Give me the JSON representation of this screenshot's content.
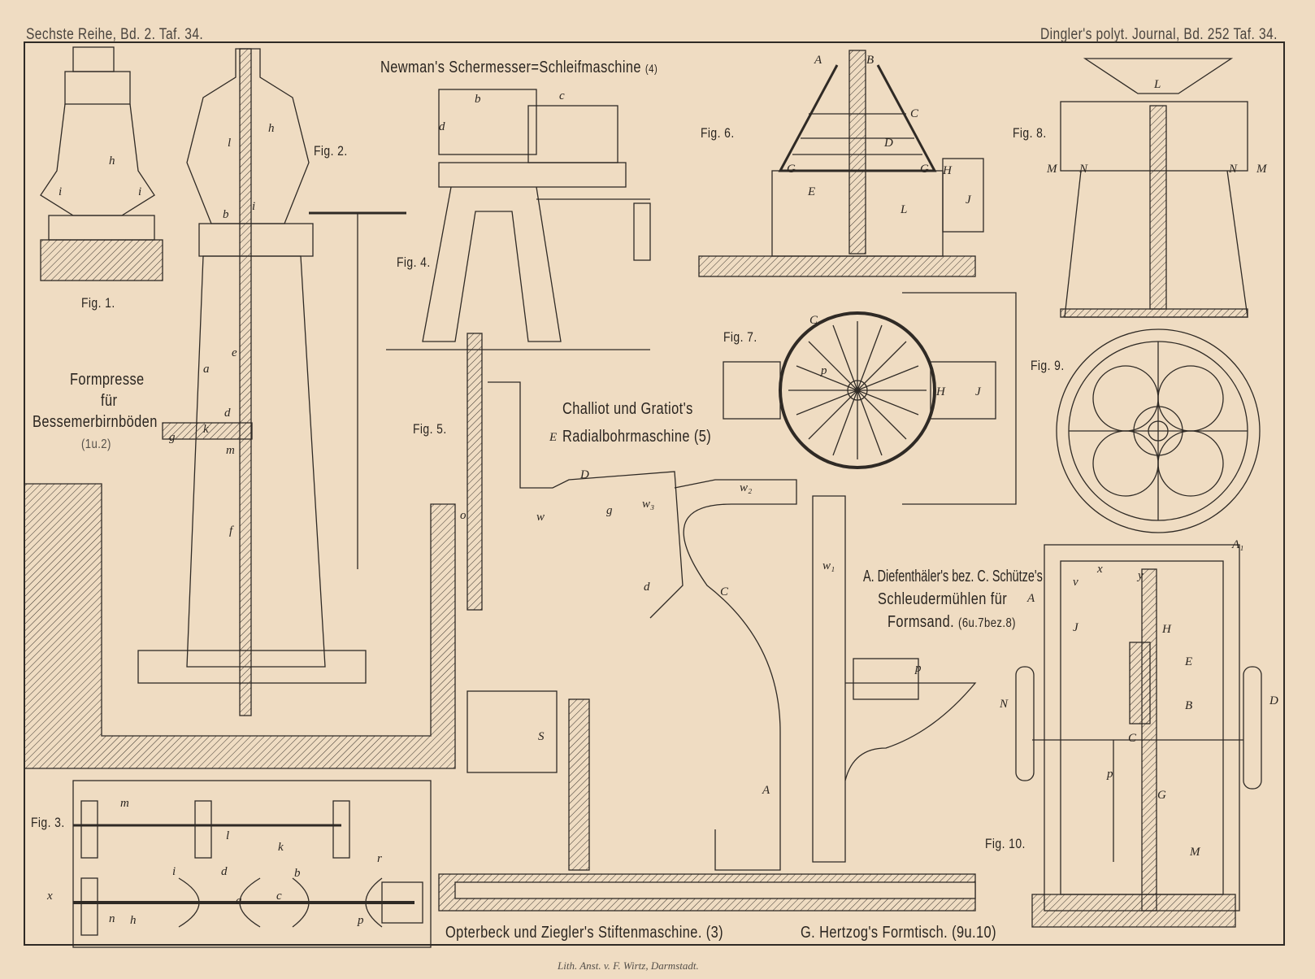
{
  "header": {
    "left": "Sechste Reihe, Bd. 2. Taf. 34.",
    "right": "Dingler's polyt. Journal, Bd. 252 Taf. 34."
  },
  "titles": {
    "newman": "Newman's Schermesser=Schleifmaschine",
    "newman_ref": "(4)",
    "formpresse_1": "Formpresse",
    "formpresse_2": "für",
    "formpresse_3": "Bessemerbirnböden",
    "formpresse_ref": "(1u.2)",
    "challiot_1": "Challiot und Gratiot's",
    "challiot_2": "Radialbohrmaschine",
    "challiot_ref": "(5)",
    "diefen_1": "A. Diefenthäler's bez. C. Schütze's",
    "diefen_2": "Schleudermühlen für",
    "diefen_3": "Formsand.",
    "diefen_ref": "(6u.7bez.8)",
    "opterbeck": "Opterbeck und Ziegler's Stiftenmaschine.",
    "opterbeck_ref": "(3)",
    "hertzog": "G. Hertzog's Formtisch.",
    "hertzog_ref": "(9u.10)"
  },
  "figures": [
    "Fig. 1.",
    "Fig. 2.",
    "Fig. 3.",
    "Fig. 4.",
    "Fig. 5.",
    "Fig. 6.",
    "Fig. 7.",
    "Fig. 8.",
    "Fig. 9.",
    "Fig. 10."
  ],
  "letters": {
    "f1_h": "h",
    "f1_i1": "i",
    "f1_i2": "i",
    "f2_h": "h",
    "f2_l": "l",
    "f2_i": "i",
    "f2_b": "b",
    "f2_a": "a",
    "f2_e": "e",
    "f2_d": "d",
    "f2_k": "k",
    "f2_g": "g",
    "f2_m": "m",
    "f2_f": "f",
    "f4_b": "b",
    "f4_c": "c",
    "f4_d": "d",
    "f5_D": "D",
    "f5_E": "E",
    "f5_C": "C",
    "f5_d": "d",
    "f5_o": "o",
    "f5_w1": "w₁",
    "f5_w2": "w₂",
    "f5_w3": "w₃",
    "f5_g": "g",
    "f5_A": "A",
    "f5_S": "S",
    "f5_p": "p",
    "f5_w": "w",
    "f6_A": "A",
    "f6_B": "B",
    "f6_C": "C",
    "f6_D": "D",
    "f6_G1": "G",
    "f6_G2": "G",
    "f6_H": "H",
    "f6_E": "E",
    "f6_L": "L",
    "f6_J": "J",
    "f7_C": "C",
    "f7_p": "p",
    "f7_H": "H",
    "f7_J": "J",
    "f8_L": "L",
    "f8_M1": "M",
    "f8_N1": "N",
    "f8_N2": "N",
    "f8_M2": "M",
    "f10_A1": "A₁",
    "f10_A": "A",
    "f10_v": "v",
    "f10_x": "x",
    "f10_y": "y",
    "f10_J": "J",
    "f10_H": "H",
    "f10_E": "E",
    "f10_B": "B",
    "f10_C": "C",
    "f10_D": "D",
    "f10_N": "N",
    "f10_p": "p",
    "f10_G": "G",
    "f10_M": "M",
    "f3_m": "m",
    "f3_l": "l",
    "f3_k": "k",
    "f3_i": "i",
    "f3_r": "r",
    "f3_d": "d",
    "f3_c": "c",
    "f3_b": "b",
    "f3_x": "x",
    "f3_n": "n",
    "f3_h": "h",
    "f3_a": "a",
    "f3_p": "p"
  },
  "imprint": "Lith. Anst. v. F. Wirtz, Darmstadt.",
  "colors": {
    "paper": "#efdcc2",
    "ink": "#2a2520"
  }
}
